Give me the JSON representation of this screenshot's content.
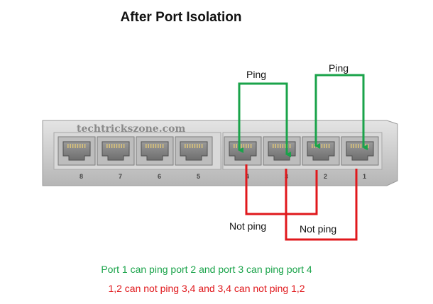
{
  "title": "After Port Isolation",
  "brand": "techtrickszone.com",
  "ports": [
    {
      "number": "8"
    },
    {
      "number": "7"
    },
    {
      "number": "6"
    },
    {
      "number": "5"
    },
    {
      "number": "4"
    },
    {
      "number": "3"
    },
    {
      "number": "2"
    },
    {
      "number": "1"
    }
  ],
  "links": {
    "ping_left": "Ping",
    "ping_right": "Ping",
    "not_ping_left": "Not ping",
    "not_ping_right": "Not ping"
  },
  "captions": {
    "line1": "Port 1 can ping port 2  and port 3 can ping port 4",
    "line2": "1,2 can not ping 3,4 and 3,4  can not ping 1,2"
  },
  "colors": {
    "ping": "#1aa34a",
    "not_ping": "#e0181c",
    "switch_body": "#cfcfcf"
  }
}
